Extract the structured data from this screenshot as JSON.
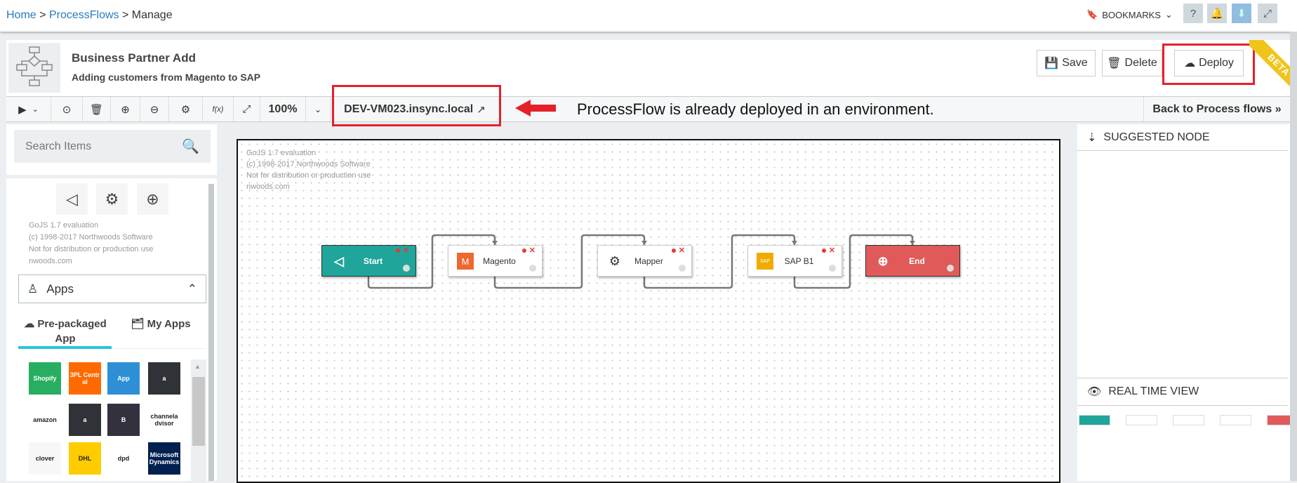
{
  "breadcrumb": {
    "items": [
      "Home",
      "ProcessFlows",
      "Manage"
    ],
    "sep": ">"
  },
  "topbar": {
    "bookmarks": "BOOKMARKS",
    "icons": [
      "help-icon",
      "bell-icon",
      "download-icon",
      "expand-icon"
    ]
  },
  "header": {
    "title": "Business Partner Add",
    "subtitle": "Adding customers from Magento to SAP",
    "save": "Save",
    "delete": "Delete",
    "deploy": "Deploy",
    "ribbon": "BETA"
  },
  "toolbar": {
    "zoom": "100%",
    "environment": "DEV-VM023.insync.local",
    "back": "Back to Process flows »",
    "fx": "f(x)"
  },
  "annotation": {
    "text": "ProcessFlow is already deployed in an environment.",
    "color": "#e5202a"
  },
  "left": {
    "search_placeholder": "Search Items",
    "watermark": [
      "GoJS 1.7 evaluation",
      "(c) 1998-2017 Northwoods Software",
      "Not for distribution or production use",
      "nwoods.com"
    ],
    "apps_label": "Apps",
    "tabs": [
      "Pre-packaged App",
      "My Apps"
    ],
    "apps": [
      {
        "name": "Shopify",
        "color": "#27ae60"
      },
      {
        "name": "3PL Central",
        "color": "#ff6a00"
      },
      {
        "name": "App",
        "color": "#2d8fd5"
      },
      {
        "name": "a",
        "color": "#2f3236"
      },
      {
        "name": "amazon",
        "color": "#ffffff"
      },
      {
        "name": "a",
        "color": "#2f3236"
      },
      {
        "name": "B",
        "color": "#34313f"
      },
      {
        "name": "channeladvisor",
        "color": "#ffffff"
      },
      {
        "name": "clover",
        "color": "#f7f7f7"
      },
      {
        "name": "DHL",
        "color": "#ffcc00"
      },
      {
        "name": "dpd",
        "color": "#ffffff"
      },
      {
        "name": "Microsoft Dynamics",
        "color": "#002050"
      }
    ]
  },
  "canvas": {
    "watermark": [
      "GoJS 1.7 evaluation",
      "(c) 1998-2017 Northwoods Software",
      "Not for distribution or production use",
      "nwoods.com"
    ],
    "nodes": [
      {
        "label": "Start",
        "color": "#1fa59a",
        "icon": "paper-plane-icon"
      },
      {
        "label": "Magento",
        "color": "#ffffff",
        "icon": "magento-icon"
      },
      {
        "label": "Mapper",
        "color": "#ffffff",
        "icon": "gear-icon"
      },
      {
        "label": "SAP B1",
        "color": "#ffffff",
        "icon": "sap-icon"
      },
      {
        "label": "End",
        "color": "#e05a5a",
        "icon": "crosshair-icon"
      }
    ]
  },
  "right": {
    "suggested": "SUGGESTED NODE",
    "realtime": "REAL TIME VIEW"
  }
}
